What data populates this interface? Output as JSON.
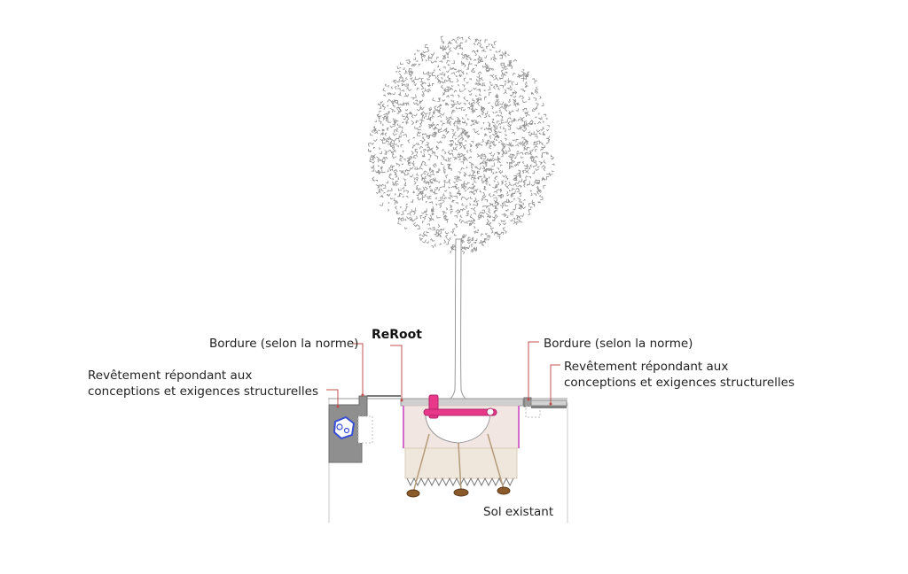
{
  "labels": {
    "reroot": "ReRoot",
    "bordure_left": "Bordure (selon la norme)",
    "revetement_left_line1": "Revêtement répondant aux",
    "revetement_left_line2": "conceptions et exigences structurelles",
    "bordure_right": "Bordure (selon la norme)",
    "revetement_right_line1": "Revêtement répondant aux",
    "revetement_right_line2": "conceptions et exigences structurelles",
    "sol_existant": "Sol existant"
  },
  "colors": {
    "leader_line": "#c0504d",
    "reroot_pink": "#e8388a",
    "concrete_gray": "#8a8a8a",
    "soil_fill": "#efe7db",
    "root_brown": "#8b5a2b",
    "blue_outline": "#3a4fd6",
    "pavement_light": "#cfcfcf",
    "tree_stroke": "#8c8c8c"
  }
}
